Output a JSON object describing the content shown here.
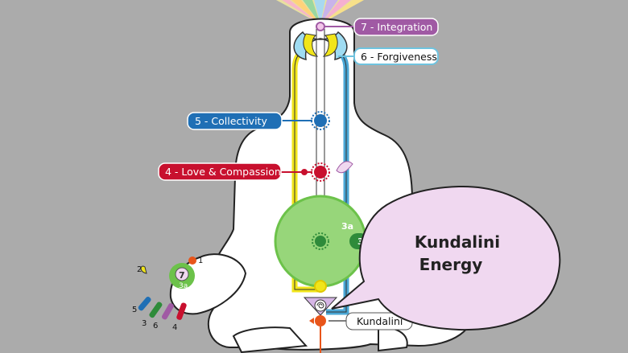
{
  "labels": {
    "integration": "7 - Integration",
    "forgiveness": "6 - Forgiveness",
    "collectivity": "5 - Collectivity",
    "love_compassion": "4 - Love & Compassion",
    "kundalini": "Kundalini"
  },
  "callout": {
    "line1": "Kundalini",
    "line2": "Energy"
  },
  "hand": {
    "center": "7",
    "sub": "3a",
    "fingers": [
      "1",
      "2",
      "3",
      "4",
      "5",
      "6"
    ]
  },
  "chakra_marks": {
    "nabhi_sub": "3a",
    "nabhi_right": "3"
  },
  "colors": {
    "background": "#ababab",
    "integration": "#a05aa4",
    "forgiveness": "#6fc3df",
    "collectivity": "#1f6fb5",
    "love_compassion": "#c8102e",
    "nabhi_green": "#6cc24a",
    "left_channel": "#f1e51a",
    "right_channel": "#4aa7d6",
    "callout_fill": "#f0d8f0"
  }
}
